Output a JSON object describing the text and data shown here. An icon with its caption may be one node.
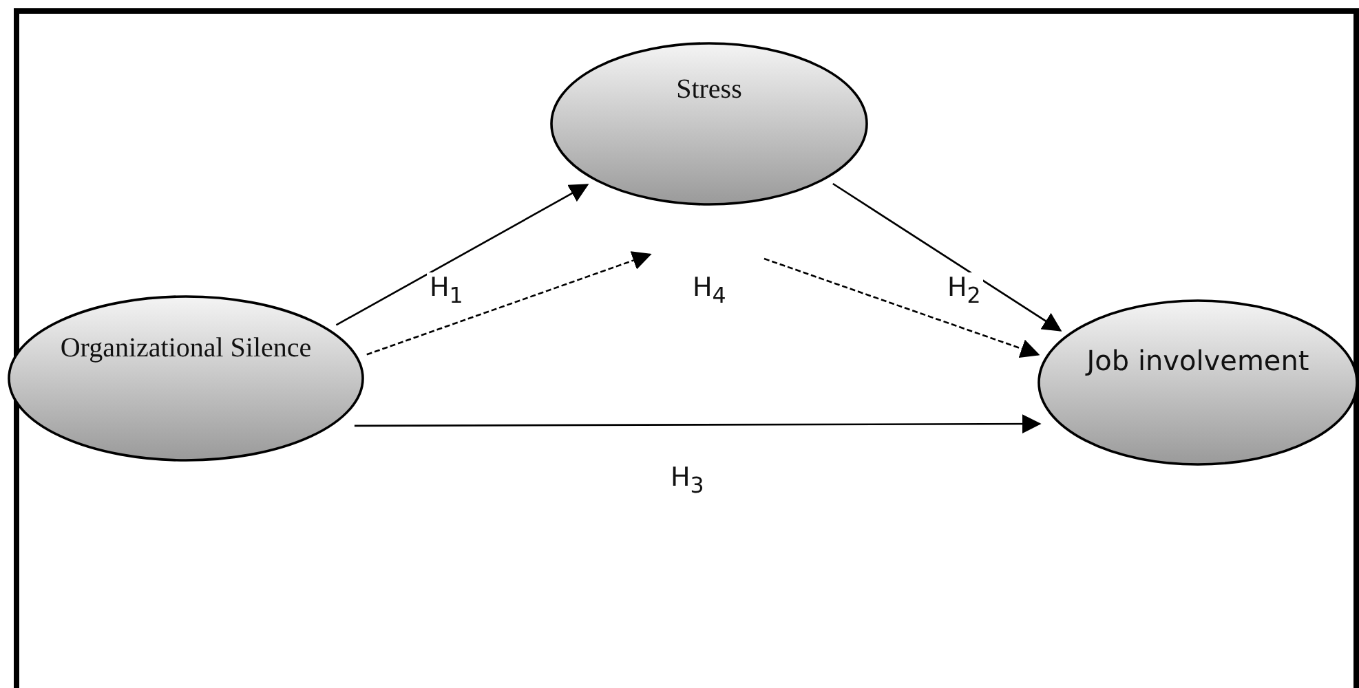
{
  "diagram": {
    "nodes": [
      {
        "text": [
          "Stress"
        ]
      },
      {
        "text": [
          "Organizational Silence"
        ]
      },
      {
        "text": [
          "Job involvement"
        ]
      }
    ],
    "edges": [
      {
        "from": 1,
        "to": 0,
        "arrow": "to",
        "label": "H$_{1}$"
      },
      {
        "from": 1,
        "to": null,
        "arrow": "to",
        "style": "dashed"
      },
      {
        "from": null,
        "to": 2,
        "arrow": "to",
        "style": "dashed"
      },
      {
        "from": 0,
        "to": 2,
        "arrow": "to",
        "label": "H$_{2}$"
      },
      {
        "from": 1,
        "to": 2,
        "arrow": "to",
        "label": "H$_{3}$"
      }
    ],
    "labels": [
      "H$_{4}$"
    ]
  }
}
